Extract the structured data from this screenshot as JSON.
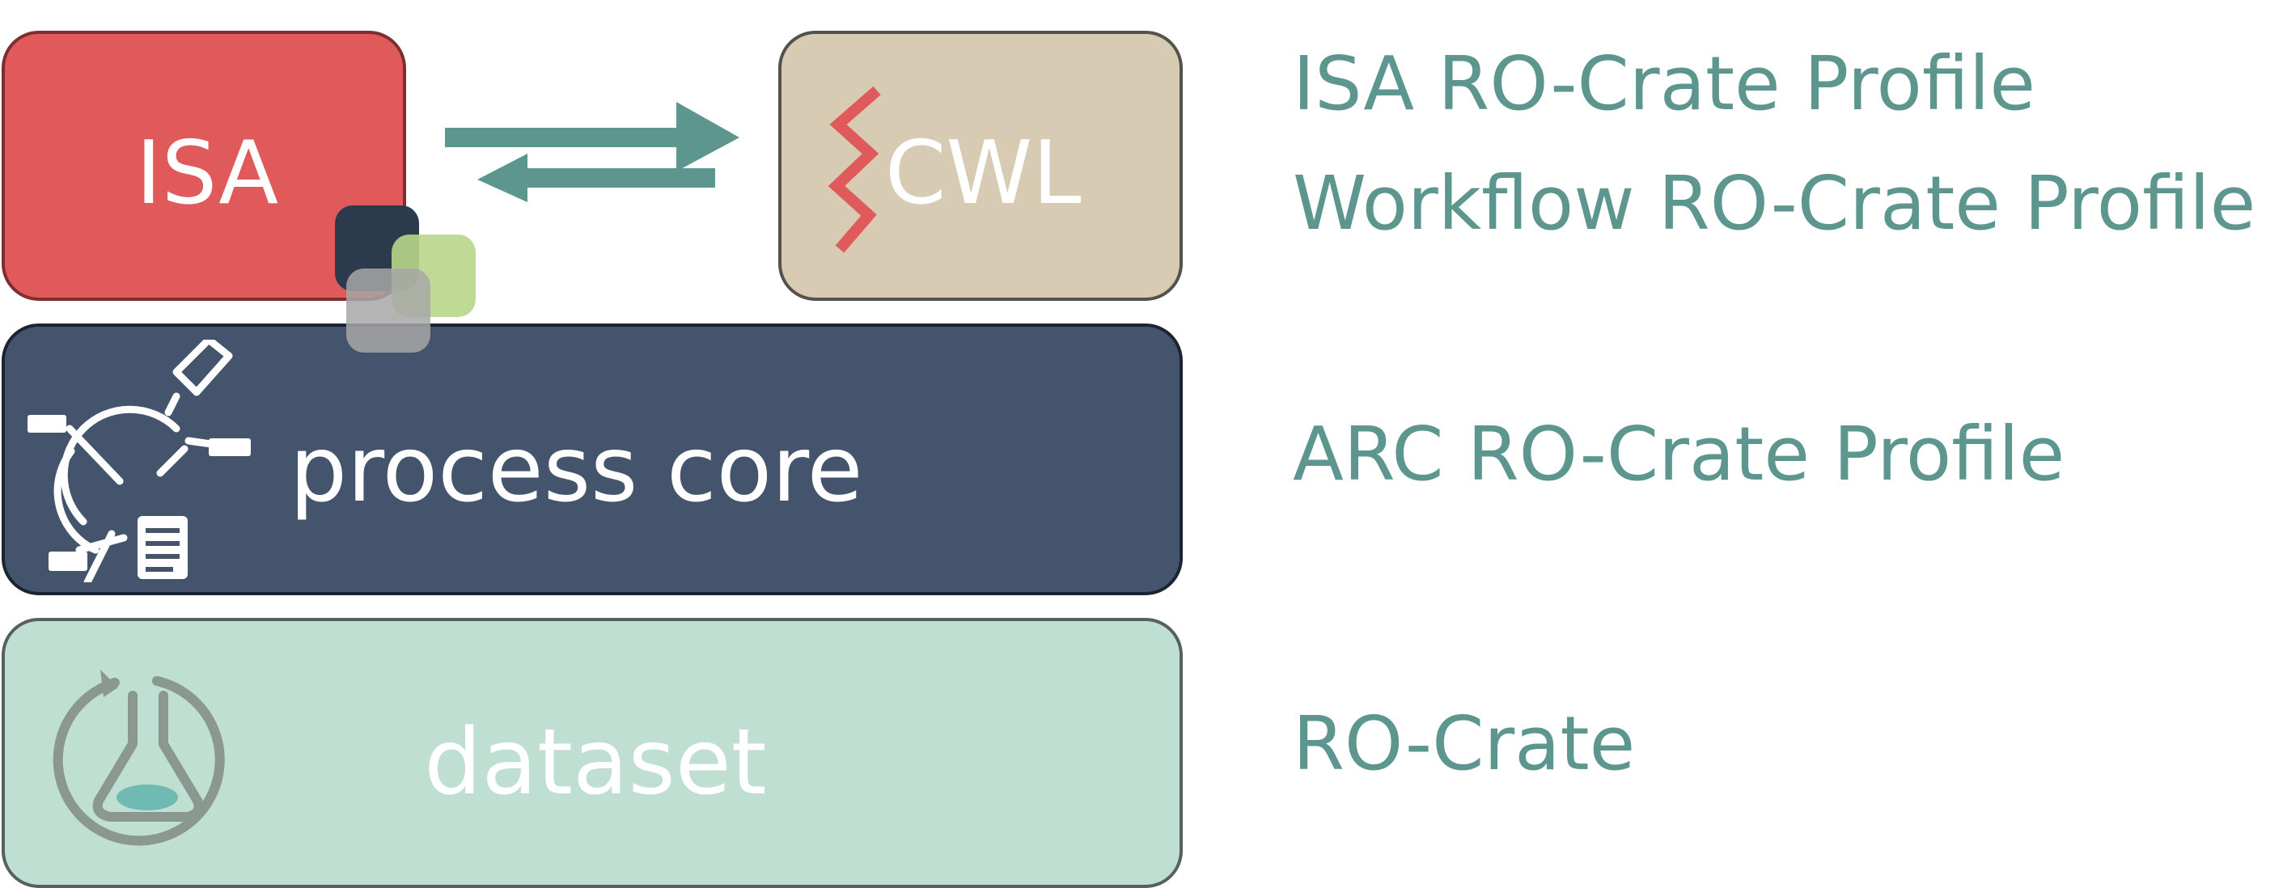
{
  "layers": {
    "isa": {
      "label": "ISA",
      "color": "#e05a5b"
    },
    "cwl": {
      "label": "CWL",
      "color": "#d8cbb3"
    },
    "process_core": {
      "label": "process core",
      "color": "#45546d"
    },
    "dataset": {
      "label": "dataset",
      "color": "#bedfd1"
    }
  },
  "profiles": [
    "ISA RO-Crate Profile",
    "Workflow RO-Crate Profile",
    "ARC RO-Crate Profile",
    "RO-Crate"
  ],
  "accent_color": "#5c968e",
  "icons": [
    "bidirectional-arrows-icon",
    "cwl-zigzag-icon",
    "arc-squares-icon",
    "process-workflow-icon",
    "dataset-flask-icon"
  ]
}
